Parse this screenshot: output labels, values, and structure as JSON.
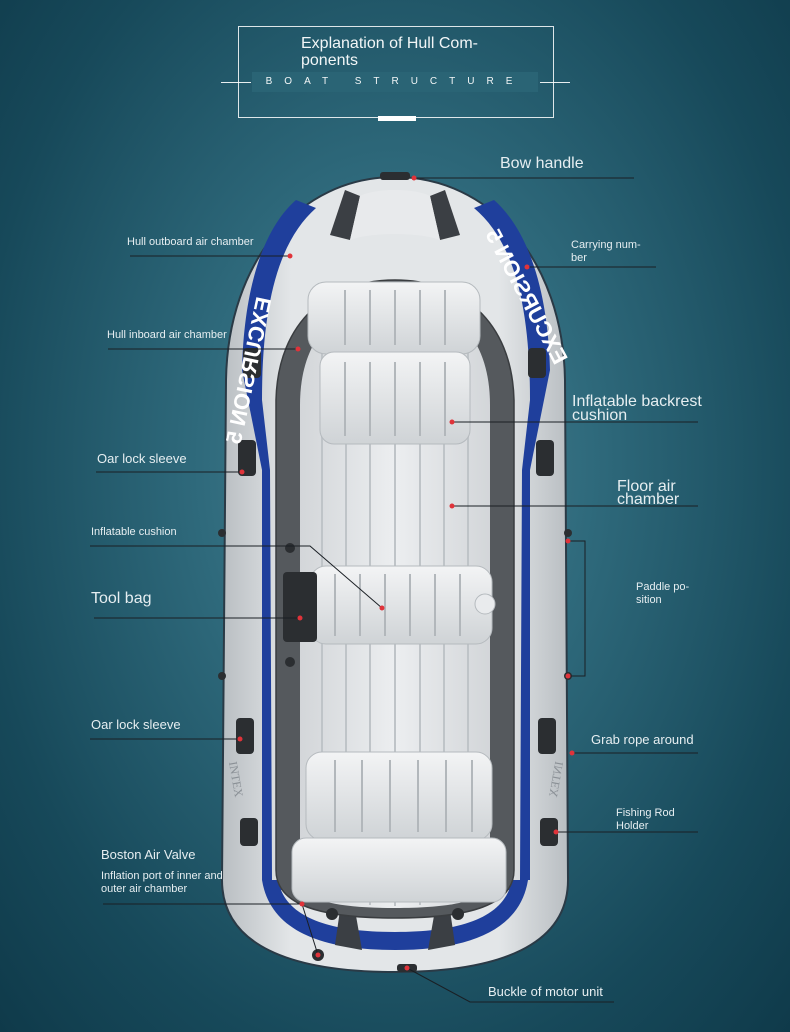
{
  "header": {
    "title": "Explanation of Hull Com-\nponents",
    "subtitle": "BOAT STRUCTURE"
  },
  "boat_text": {
    "brand_side": "EXCURSION 5",
    "brand_stern": "INTEX"
  },
  "callouts": {
    "bow_handle": "Bow handle",
    "hull_outboard": "Hull outboard air chamber",
    "carrying_number": "Carrying num-\nber",
    "hull_inboard": "Hull inboard air chamber",
    "backrest_cushion": "Inflatable backrest\ncushion",
    "oar_lock_upper": "Oar lock sleeve",
    "floor_air": "Floor air\nchamber",
    "inflatable_cushion": "Inflatable cushion",
    "paddle_position": "Paddle po-\nsition",
    "tool_bag": "Tool bag",
    "oar_lock_lower": "Oar lock sleeve",
    "grab_rope": "Grab rope around",
    "fishing_rod": "Fishing Rod\nHolder",
    "boston_valve": "Boston Air Valve",
    "inflation_port": "Inflation port of inner and\nouter air chamber",
    "motor_buckle": "Buckle of motor unit"
  },
  "colors": {
    "hull_grey": "#d8dcdf",
    "hull_blue": "#1f3f9c",
    "inner_dark": "#55595d",
    "floor_light": "#e4e6e8",
    "marker_red": "#e0333a"
  }
}
